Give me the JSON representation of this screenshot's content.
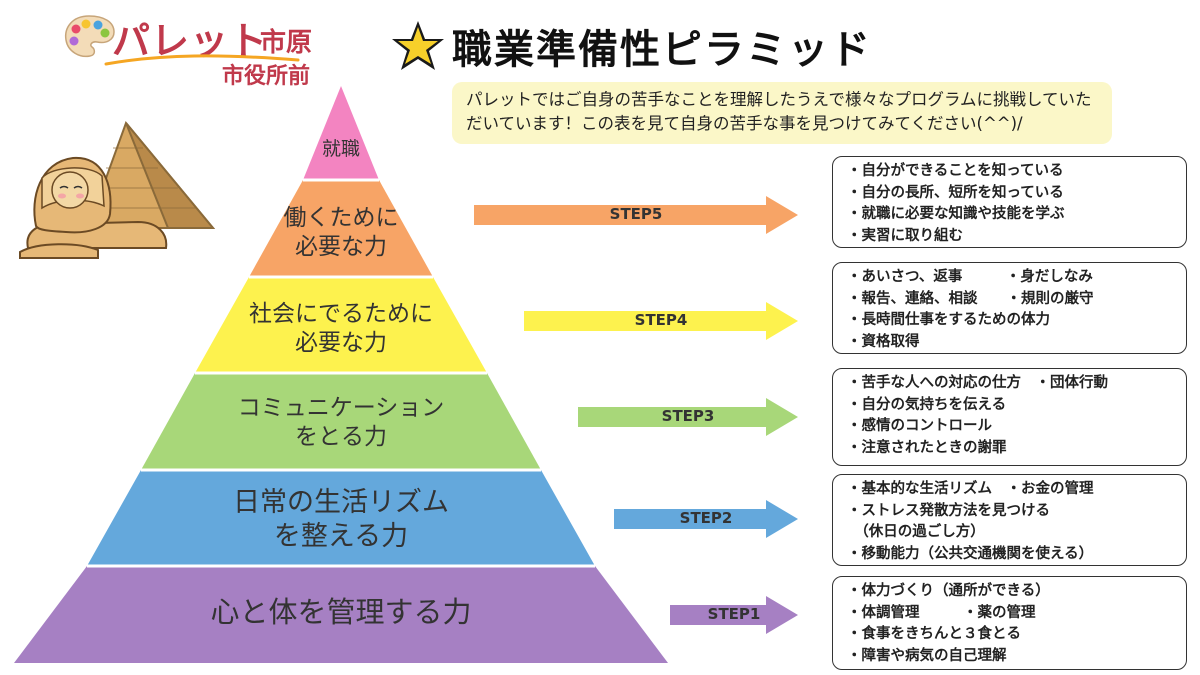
{
  "logo": {
    "brand": "パレット",
    "city": "市原",
    "branch": "市役所前",
    "palette_colors": [
      "#e94b6a",
      "#f7c531",
      "#4aa3df",
      "#8cc63f",
      "#b06ad8"
    ]
  },
  "title": "職業準備性ピラミッド",
  "note": "パレットではご自身の苦手なことを理解したうえで様々なプログラムに挑戦していただいています！この表を見て自身の苦手な事を見つけてみてください(^^)/",
  "tiers": [
    {
      "label_lines": [
        "就職"
      ],
      "color": "#f384c1"
    },
    {
      "label_lines": [
        "働くために",
        "必要な力"
      ],
      "color": "#f7a466"
    },
    {
      "label_lines": [
        "社会にでるために",
        "必要な力"
      ],
      "color": "#fdf24e"
    },
    {
      "label_lines": [
        "コミュニケーション",
        "をとる力"
      ],
      "color": "#a8d779"
    },
    {
      "label_lines": [
        "日常の生活リズム",
        "を整える力"
      ],
      "color": "#64a8dc"
    },
    {
      "label_lines": [
        "心と体を管理する力"
      ],
      "color": "#a680c3"
    }
  ],
  "steps": [
    {
      "label": "STEP5",
      "color": "#f7a466",
      "items": [
        "・自分ができることを知っている",
        "・自分の長所、短所を知っている",
        "・就職に必要な知識や技能を学ぶ",
        "・実習に取り組む"
      ]
    },
    {
      "label": "STEP4",
      "color": "#fdf24e",
      "items": [
        "・あいさつ、返事　　　・身だしなみ",
        "・報告、連絡、相談　　・規則の厳守",
        "・長時間仕事をするための体力",
        "・資格取得"
      ]
    },
    {
      "label": "STEP3",
      "color": "#a8d779",
      "items": [
        "・苦手な人への対応の仕方　・団体行動",
        "・自分の気持ちを伝える",
        "・感情のコントロール",
        "・注意されたときの謝罪"
      ]
    },
    {
      "label": "STEP2",
      "color": "#64a8dc",
      "items": [
        "・基本的な生活リズム　・お金の管理",
        "・ストレス発散方法を見つける",
        "　（休日の過ごし方）",
        "・移動能力（公共交通機関を使える）"
      ]
    },
    {
      "label": "STEP1",
      "color": "#a680c3",
      "items": [
        "・体力づくり（通所ができる）",
        "・体調管理　　　・薬の管理",
        "・食事をきちんと３食とる",
        "・障害や病気の自己理解"
      ]
    }
  ]
}
